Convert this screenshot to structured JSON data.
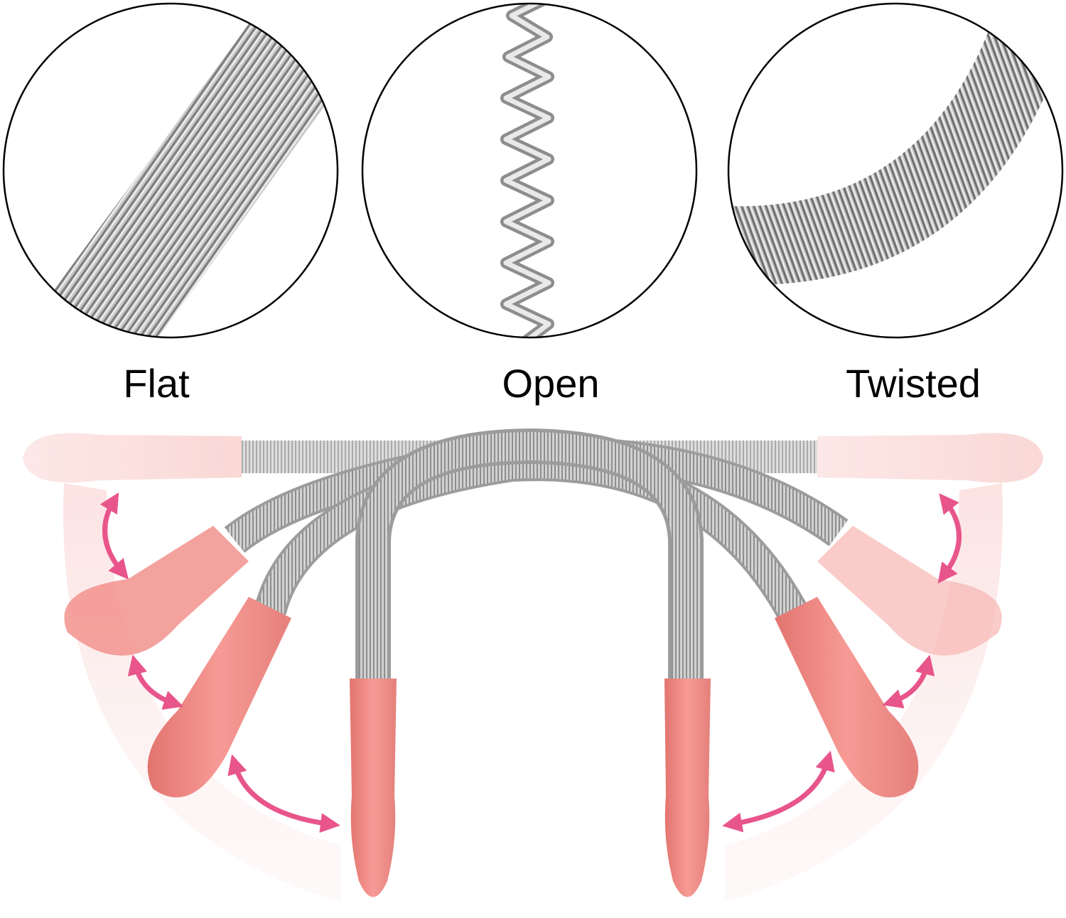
{
  "labels": {
    "flat": "Flat",
    "open": "Open",
    "twisted": "Twisted"
  },
  "colors": {
    "background": "#ffffff",
    "handle_pink": "#f08a86",
    "handle_pink_dark": "#e27a76",
    "handle_faded": "#fbd3d1",
    "spring_silver": "#b9b9b9",
    "spring_dark": "#8a8a8a",
    "arrow_pink": "#e8558a",
    "arc_pink": "#fbe4e4",
    "circle_stroke": "#000000"
  },
  "icons": {
    "flat_spring": "flat-coil-closeup",
    "open_spring": "open-coil-closeup",
    "twisted_spring": "twisted-coil-closeup",
    "motion_arrow": "double-headed-curved-arrow"
  }
}
